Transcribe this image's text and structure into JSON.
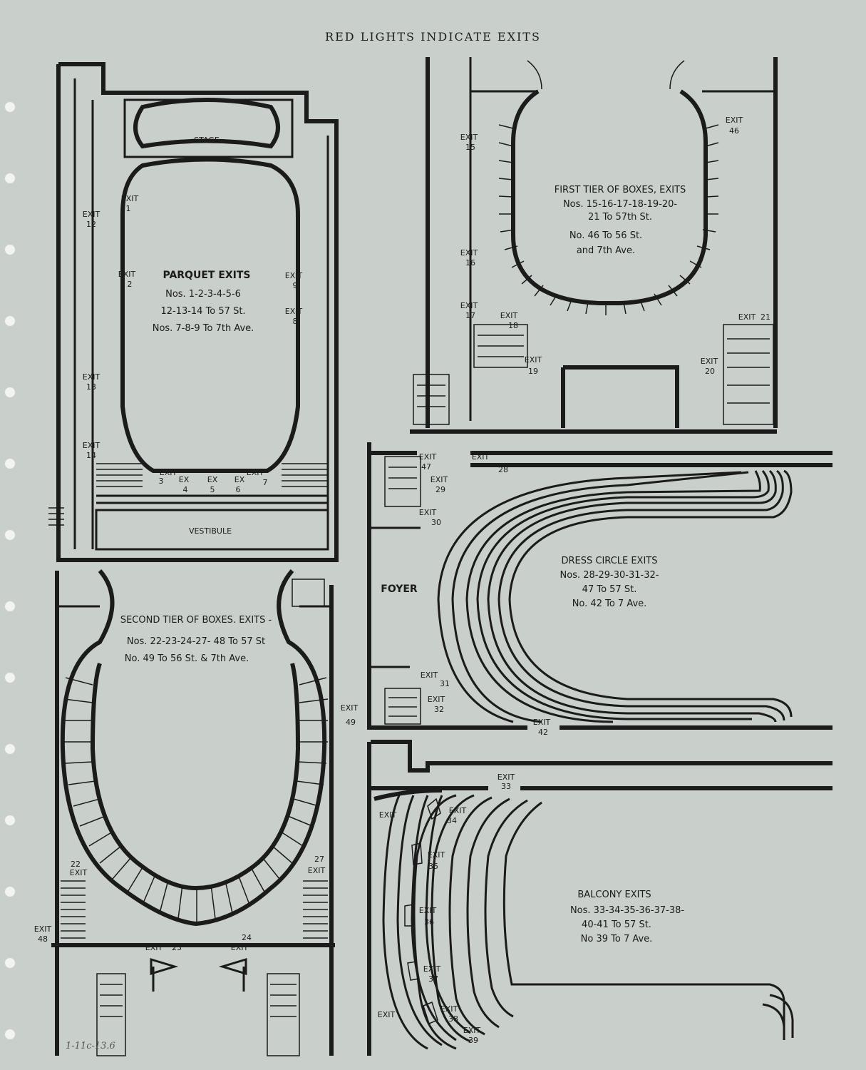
{
  "title": "RED LIGHTS INDICATE EXITS",
  "handwritten_note": "1-11c-13.6",
  "parquet": {
    "stage": "STAGE",
    "vestibule": "VESTIBULE",
    "heading": "PARQUET EXITS",
    "line1": "Nos. 1-2-3-4-5-6",
    "line2": "12-13-14 To 57 St.",
    "line3": "Nos. 7-8-9 To 7th Ave.",
    "exits": [
      {
        "word": "EXIT",
        "num": "1"
      },
      {
        "word": "EXIT",
        "num": "2"
      },
      {
        "word": "EXIT",
        "num": "3"
      },
      {
        "word": "EX",
        "num": "4"
      },
      {
        "word": "EX",
        "num": "5"
      },
      {
        "word": "EX",
        "num": "6"
      },
      {
        "word": "EXIT",
        "num": "7"
      },
      {
        "word": "EXIT",
        "num": "8"
      },
      {
        "word": "EXIT",
        "num": "9"
      },
      {
        "word": "EXIT",
        "num": "12"
      },
      {
        "word": "EXIT",
        "num": "13"
      },
      {
        "word": "EXIT",
        "num": "14"
      }
    ]
  },
  "first_tier": {
    "heading": "FIRST TIER OF BOXES, EXITS",
    "line1": "Nos. 15-16-17-18-19-20-",
    "line2": "21 To 57th St.",
    "line3": "No. 46 To 56 St.",
    "line4": "and 7th Ave.",
    "exits": [
      {
        "word": "EXIT",
        "num": "15"
      },
      {
        "word": "EXIT",
        "num": "16"
      },
      {
        "word": "EXIT",
        "num": "17"
      },
      {
        "word": "EXIT",
        "num": "18"
      },
      {
        "word": "EXIT",
        "num": "19"
      },
      {
        "word": "EXIT",
        "num": "20"
      },
      {
        "word": "EXIT",
        "num": "21"
      },
      {
        "word": "EXIT",
        "num": "46"
      }
    ]
  },
  "dress_circle": {
    "foyer": "FOYER",
    "heading": "DRESS CIRCLE EXITS",
    "line1": "Nos. 28-29-30-31-32-",
    "line2": "47 To 57 St.",
    "line3": "No. 42 To 7 Ave.",
    "exits": [
      {
        "word": "EXIT",
        "num": "47"
      },
      {
        "word": "EXIT",
        "num": "28"
      },
      {
        "word": "EXIT",
        "num": "29"
      },
      {
        "word": "EXIT",
        "num": "30"
      },
      {
        "word": "EXIT",
        "num": "31"
      },
      {
        "word": "EXIT",
        "num": "32"
      },
      {
        "word": "EXIT",
        "num": "42"
      }
    ]
  },
  "second_tier": {
    "heading": "SECOND TIER OF BOXES. EXITS -",
    "line1": "Nos. 22-23-24-27- 48 To 57 St",
    "line2": "No. 49 To 56 St. & 7th Ave.",
    "exits": [
      {
        "word": "EXIT",
        "num": "22"
      },
      {
        "word": "EXIT",
        "num": "23"
      },
      {
        "word": "EXIT",
        "num": "24"
      },
      {
        "word": "EXIT",
        "num": "27"
      },
      {
        "word": "EXIT",
        "num": "48"
      },
      {
        "word": "EXIT",
        "num": "49"
      }
    ]
  },
  "balcony": {
    "heading": "BALCONY EXITS",
    "line1": "Nos. 33-34-35-36-37-38-",
    "line2": "40-41 To 57 St.",
    "line3": "No 39 To 7 Ave.",
    "exits": [
      {
        "word": "EXIT",
        "num": "33"
      },
      {
        "word": "EXIT",
        "num": "34"
      },
      {
        "word": "EXIT",
        "num": "35"
      },
      {
        "word": "EXIT",
        "num": "36"
      },
      {
        "word": "EXIT",
        "num": "37"
      },
      {
        "word": "EXIT",
        "num": "38"
      },
      {
        "word": "EXIT",
        "num": "39"
      },
      {
        "word": "EXIT",
        "num": ""
      },
      {
        "word": "EXIT",
        "num": ""
      }
    ]
  }
}
